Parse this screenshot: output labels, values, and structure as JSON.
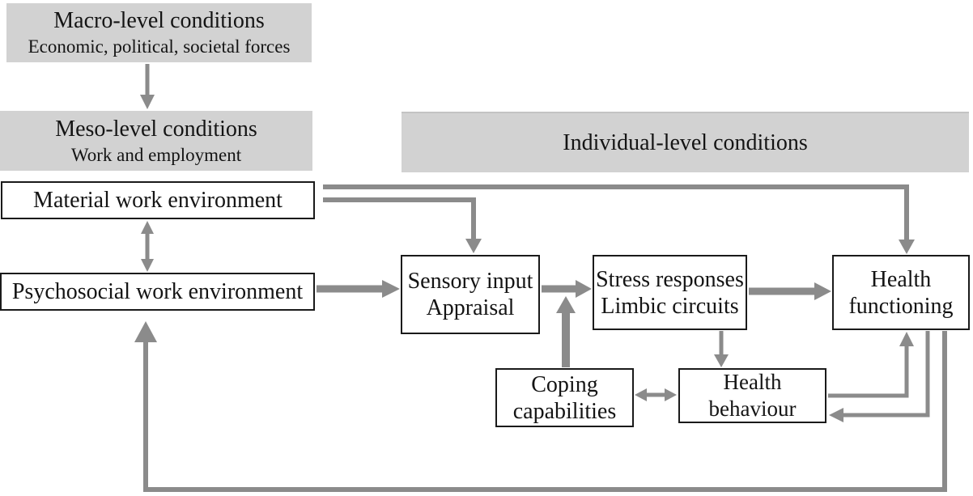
{
  "colors": {
    "background": "#ffffff",
    "band_fill": "#d2d2d2",
    "arrow": "#8b8b8b",
    "box_border": "#1a1a1a",
    "text": "#141414"
  },
  "bands": {
    "macro": {
      "title": "Macro-level conditions",
      "subtitle": "Economic, political, societal forces"
    },
    "meso": {
      "title": "Meso-level conditions",
      "subtitle": "Work and employment"
    },
    "individual": {
      "title": "Individual-level conditions"
    }
  },
  "nodes": {
    "material": {
      "label": "Material work environment"
    },
    "psychosocial": {
      "label": "Psychosocial work environment"
    },
    "sensory": {
      "label": "Sensory input\nAppraisal"
    },
    "stress": {
      "label": "Stress responses\nLimbic circuits"
    },
    "health_functioning": {
      "label": "Health\nfunctioning"
    },
    "coping": {
      "label": "Coping\ncapabilities"
    },
    "health_behaviour": {
      "label": "Health behaviour"
    }
  },
  "edges": [
    {
      "from": "Macro-level conditions",
      "to": "Meso-level conditions",
      "style": "single-arrow"
    },
    {
      "from": "Material work environment",
      "to": "Psychosocial work environment",
      "style": "double-arrow"
    },
    {
      "from": "Psychosocial work environment",
      "to": "Sensory input Appraisal",
      "style": "thick-single-arrow"
    },
    {
      "from": "Material work environment",
      "to": "Health functioning",
      "style": "single-arrow-elbow"
    },
    {
      "from": "Material work environment",
      "to": "Sensory input Appraisal",
      "style": "single-arrow-elbow"
    },
    {
      "from": "Sensory input Appraisal",
      "to": "Stress responses Limbic circuits",
      "style": "thick-single-arrow"
    },
    {
      "from": "Coping capabilities",
      "to": "Sensory-to-Stress pathway",
      "style": "thick-single-arrow"
    },
    {
      "from": "Stress responses Limbic circuits",
      "to": "Health functioning",
      "style": "thick-single-arrow"
    },
    {
      "from": "Stress responses Limbic circuits",
      "to": "Health behaviour",
      "style": "single-arrow"
    },
    {
      "from": "Coping capabilities",
      "to": "Health behaviour",
      "style": "double-arrow"
    },
    {
      "from": "Health behaviour",
      "to": "Health functioning",
      "style": "single-arrow-elbow"
    },
    {
      "from": "Health functioning",
      "to": "Health behaviour",
      "style": "single-arrow-elbow"
    },
    {
      "from": "Health functioning",
      "to": "Psychosocial work environment",
      "style": "single-arrow-feedback-loop"
    }
  ]
}
